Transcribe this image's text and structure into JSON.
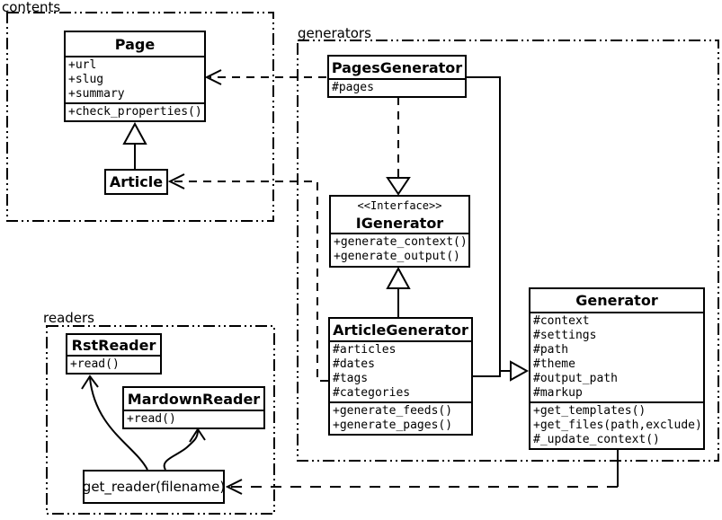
{
  "diagram_type": "uml-class-diagram",
  "colors": {
    "line": "#000000",
    "background": "#ffffff",
    "box_fill": "#ffffff"
  },
  "packages": {
    "contents": {
      "label": "contents"
    },
    "generators": {
      "label": "generators"
    },
    "readers": {
      "label": "readers"
    }
  },
  "classes": {
    "page": {
      "title": "Page",
      "attributes": [
        "+url",
        "+slug",
        "+summary"
      ],
      "methods": [
        "+check_properties()"
      ]
    },
    "article": {
      "title": "Article"
    },
    "pages_generator": {
      "title": "PagesGenerator",
      "attributes": [
        "#pages"
      ]
    },
    "igenerator": {
      "stereotype": "<<Interface>>",
      "title": "IGenerator",
      "methods": [
        "+generate_context()",
        "+generate_output()"
      ]
    },
    "article_generator": {
      "title": "ArticleGenerator",
      "attributes": [
        "#articles",
        "#dates",
        "#tags",
        "#categories"
      ],
      "methods": [
        "+generate_feeds()",
        "+generate_pages()"
      ]
    },
    "generator": {
      "title": "Generator",
      "attributes": [
        "#context",
        "#settings",
        "#path",
        "#theme",
        "#output_path",
        "#markup"
      ],
      "methods": [
        "+get_templates()",
        "+get_files(path,exclude)",
        "#_update_context()"
      ]
    },
    "rst_reader": {
      "title": "RstReader",
      "methods": [
        "+read()"
      ]
    },
    "markdown_reader": {
      "title": "MardownReader",
      "methods": [
        "+read()"
      ]
    },
    "get_reader": {
      "label": "get_reader(filename)"
    }
  },
  "relationships": [
    {
      "from": "Article",
      "to": "Page",
      "type": "inheritance",
      "line": "solid"
    },
    {
      "from": "PagesGenerator",
      "to": "Page",
      "type": "dependency",
      "line": "dashed"
    },
    {
      "from": "ArticleGenerator",
      "to": "Article",
      "type": "dependency",
      "line": "dashed"
    },
    {
      "from": "PagesGenerator",
      "to": "IGenerator",
      "type": "realization",
      "line": "dashed"
    },
    {
      "from": "ArticleGenerator",
      "to": "IGenerator",
      "type": "inheritance",
      "line": "solid"
    },
    {
      "from": "PagesGenerator",
      "to": "Generator",
      "type": "inheritance",
      "line": "solid"
    },
    {
      "from": "ArticleGenerator",
      "to": "Generator",
      "type": "inheritance",
      "line": "solid"
    },
    {
      "from": "Generator",
      "to": "get_reader(filename)",
      "type": "dependency",
      "line": "dashed"
    },
    {
      "from": "get_reader(filename)",
      "to": "RstReader",
      "type": "association",
      "line": "curved"
    },
    {
      "from": "get_reader(filename)",
      "to": "MardownReader",
      "type": "association",
      "line": "curved"
    }
  ]
}
